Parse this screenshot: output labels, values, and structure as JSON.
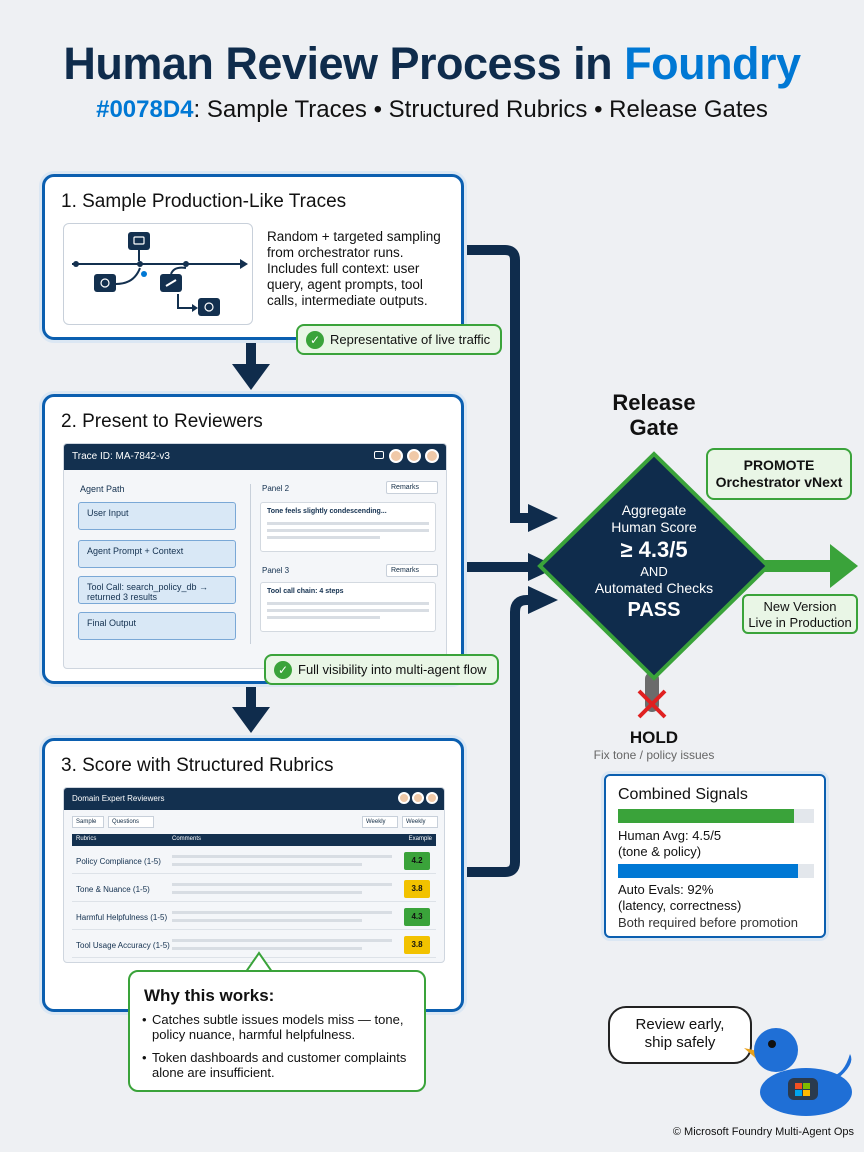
{
  "header": {
    "title_main": "Human Review Process in ",
    "title_accent": "Foundry",
    "subtitle_hex": "#0078D4",
    "subtitle_rest": ": Sample Traces • Structured Rubrics • Release Gates"
  },
  "step1": {
    "title": "1. Sample Production-Like Traces",
    "desc": "Random + targeted sampling from orchestrator runs. Includes full context: user query, agent prompts, tool calls, intermediate outputs.",
    "pill": "Representative of live traffic"
  },
  "step2": {
    "title": "2. Present to Reviewers",
    "trace_id": "Trace ID: MA-7842-v3",
    "agent_path_label": "Agent Path",
    "path_items": [
      "User Input",
      "Agent Prompt + Context",
      "Tool Call: search_policy_db → returned 3 results",
      "Final Output"
    ],
    "panel1_title": "Panel 2",
    "panel1_tag": "Remarks",
    "panel1_card_title": "Tone feels slightly condescending...",
    "panel2_title": "Panel 3",
    "panel2_tag": "Remarks",
    "panel2_card_title": "Tool call chain: 4 steps",
    "pill": "Full visibility into multi-agent flow"
  },
  "step3": {
    "title": "3. Score with Structured Rubrics",
    "mock_title": "Domain Expert Reviewers",
    "filter1": "Sample",
    "filter2": "Questions",
    "filter3": "Weekly",
    "filter4": "Weekly",
    "col1": "Rubrics",
    "col2": "Comments",
    "col3": "Example",
    "rows": [
      {
        "name": "Policy Compliance (1-5)",
        "score": "4.2",
        "color": "#3aa33a"
      },
      {
        "name": "Tone & Nuance (1-5)",
        "score": "3.8",
        "color": "#f2c200"
      },
      {
        "name": "Harmful Helpfulness (1-5)",
        "score": "4.3",
        "color": "#3aa33a"
      },
      {
        "name": "Tool Usage Accuracy (1-5)",
        "score": "3.8",
        "color": "#f2c200"
      }
    ]
  },
  "why": {
    "title": "Why this works:",
    "b1": "Catches subtle issues models miss — tone, policy nuance, harmful helpfulness.",
    "b2": "Token dashboards and customer complaints alone are insufficient."
  },
  "gate": {
    "title_l1": "Release",
    "title_l2": "Gate",
    "d1": "Aggregate",
    "d2": "Human Score",
    "d3": "≥ 4.3/5",
    "d4": "AND",
    "d5": "Automated Checks",
    "d6": "PASS",
    "promote_l1": "PROMOTE",
    "promote_l2": "Orchestrator vNext",
    "live_l1": "New Version",
    "live_l2": "Live in Production",
    "hold": "HOLD",
    "hold_sub": "Fix tone / policy issues"
  },
  "signals": {
    "title": "Combined Signals",
    "human_l1": "Human Avg: 4.5/5",
    "human_l2": "(tone & policy)",
    "human_frac": 0.9,
    "auto_l1": "Auto Evals: 92%",
    "auto_l2": "(latency, correctness)",
    "auto_frac": 0.92,
    "footer": "Both required before promotion"
  },
  "mascot": {
    "l1": "Review early,",
    "l2": "ship safely"
  },
  "copyright": "© Microsoft Foundry Multi-Agent Ops",
  "colors": {
    "brand": "#0078D4",
    "navy": "#0f2c4c",
    "green": "#3aa33a",
    "yellow": "#f2c200"
  }
}
